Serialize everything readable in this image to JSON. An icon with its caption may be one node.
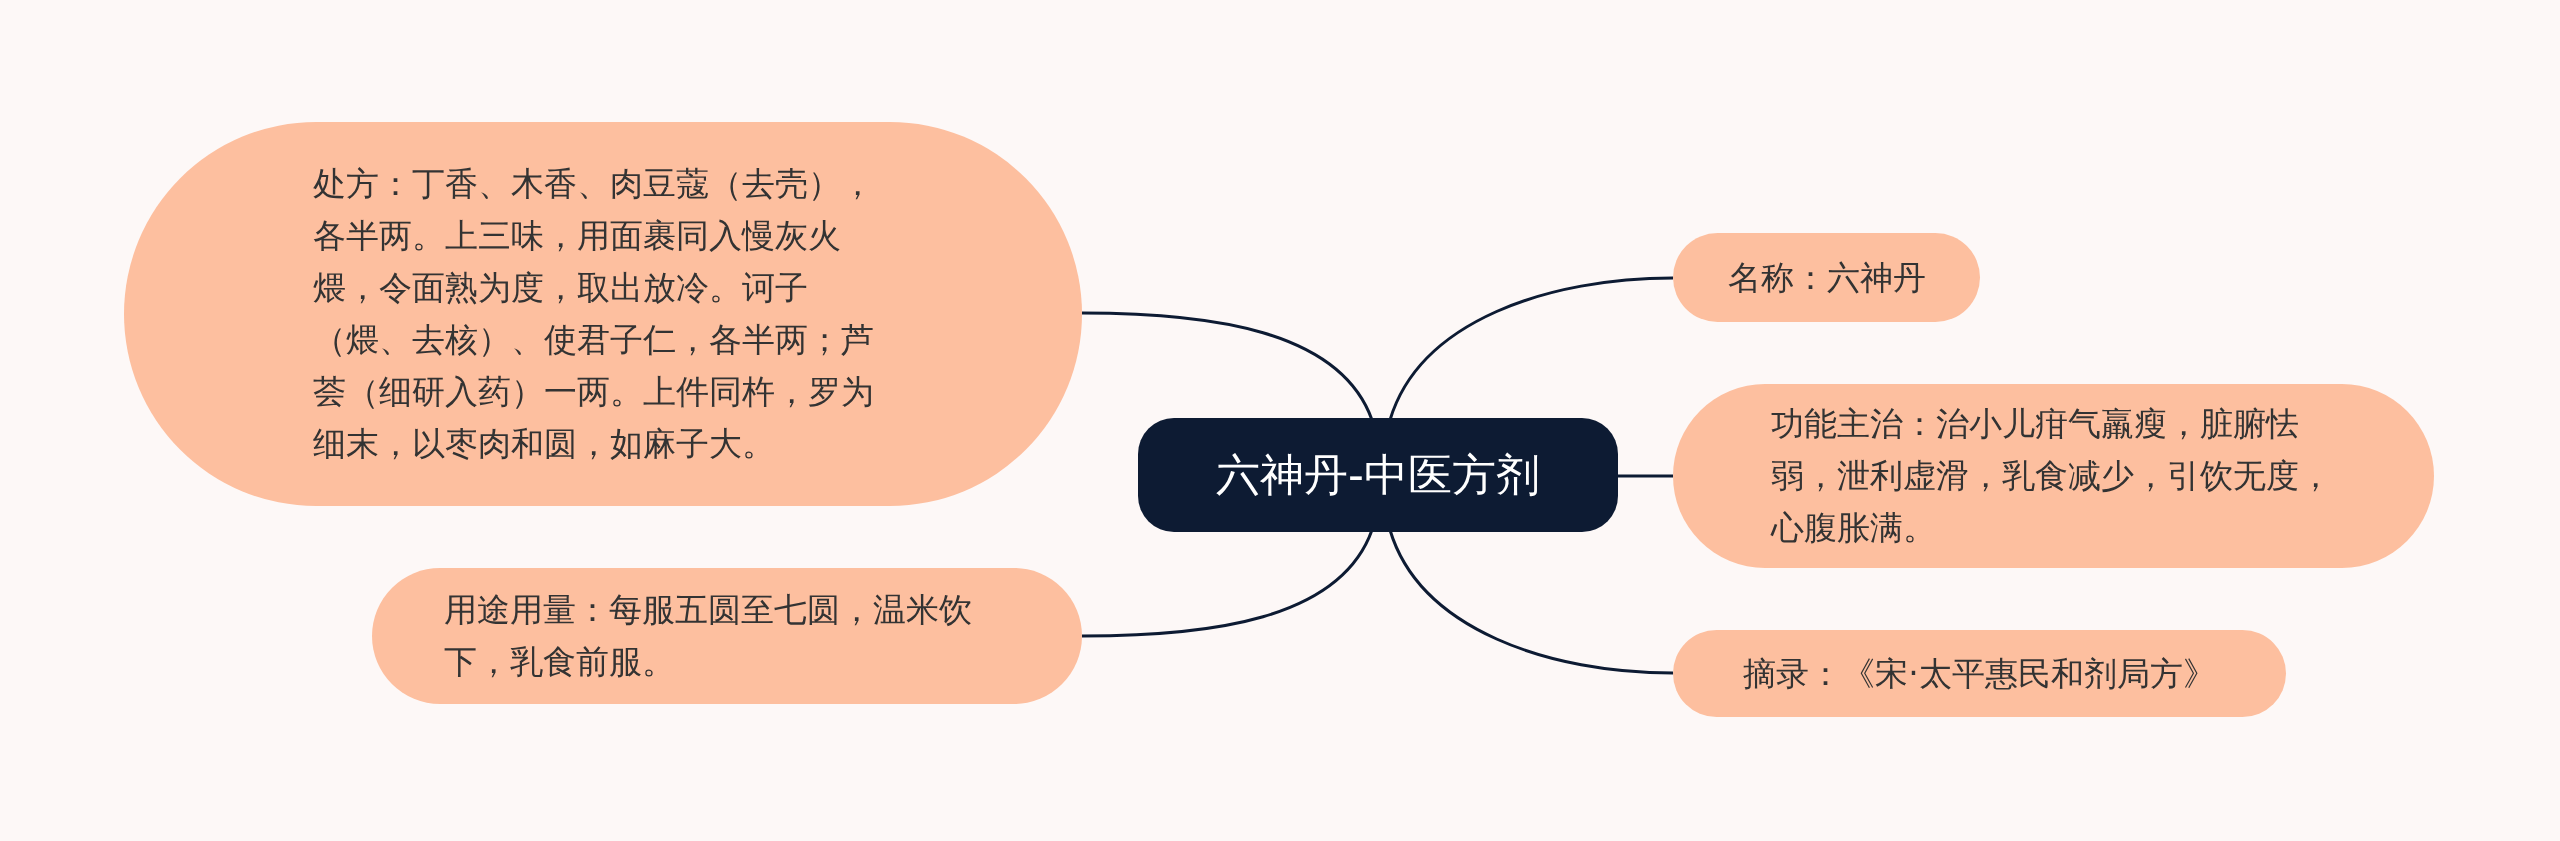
{
  "diagram": {
    "nodes": [
      {
        "text": [
          "六神丹-中医方剂"
        ]
      },
      {
        "text": [
          "处方：丁香、木香、肉豆蔻（去壳），各半两。上三味，用面裹同入慢灰火煨，令面熟为度，取出放冷。诃子（煨、去核）、使君子仁，各半两；芦荟（细研入药）一两。上件同杵，罗为细末，以枣肉和圆，如麻子大。"
        ]
      },
      {
        "text": [
          "用途用量：每服五圆至七圆，温米饮下，乳食前服。"
        ]
      },
      {
        "text": [
          "名称：六神丹"
        ]
      },
      {
        "text": [
          "功能主治：治小儿疳气羸瘦，脏腑怯弱，泄利虚滑，乳食减少，引饮无度，心腹胀满。"
        ]
      },
      {
        "text": [
          "摘录：《宋·太平惠民和剂局方》"
        ]
      }
    ],
    "edges": [
      {
        "from": 0,
        "to": 1,
        "arrow": "none"
      },
      {
        "from": 0,
        "to": 2,
        "arrow": "none"
      },
      {
        "from": 0,
        "to": 3,
        "arrow": "none"
      },
      {
        "from": 0,
        "to": 4,
        "arrow": "none"
      },
      {
        "from": 0,
        "to": 5,
        "arrow": "none"
      }
    ]
  }
}
